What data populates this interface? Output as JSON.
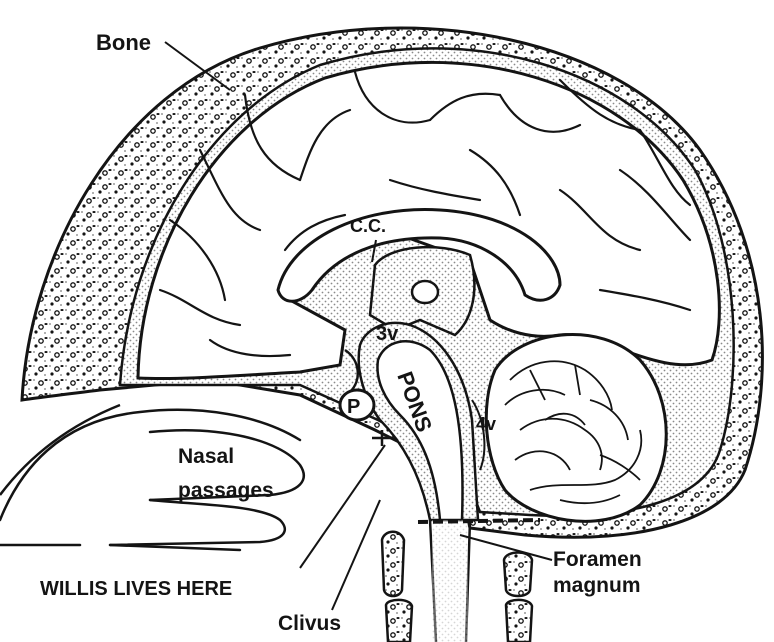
{
  "figure": {
    "ink_color": "#141414",
    "paper_color": "#ffffff",
    "stipple_color": "#9a9a9a"
  },
  "labels": {
    "bone": "Bone",
    "corpus_callosum": "C.C.",
    "third_ventricle": "3v",
    "pituitary": "P",
    "pons": "PONS",
    "fourth_ventricle": "4v",
    "nasal_line1": "Nasal",
    "nasal_line2": "passages",
    "foramen_line1": "Foramen",
    "foramen_line2": "magnum",
    "willis": "WILLIS LIVES HERE",
    "clivus": "Clivus"
  }
}
